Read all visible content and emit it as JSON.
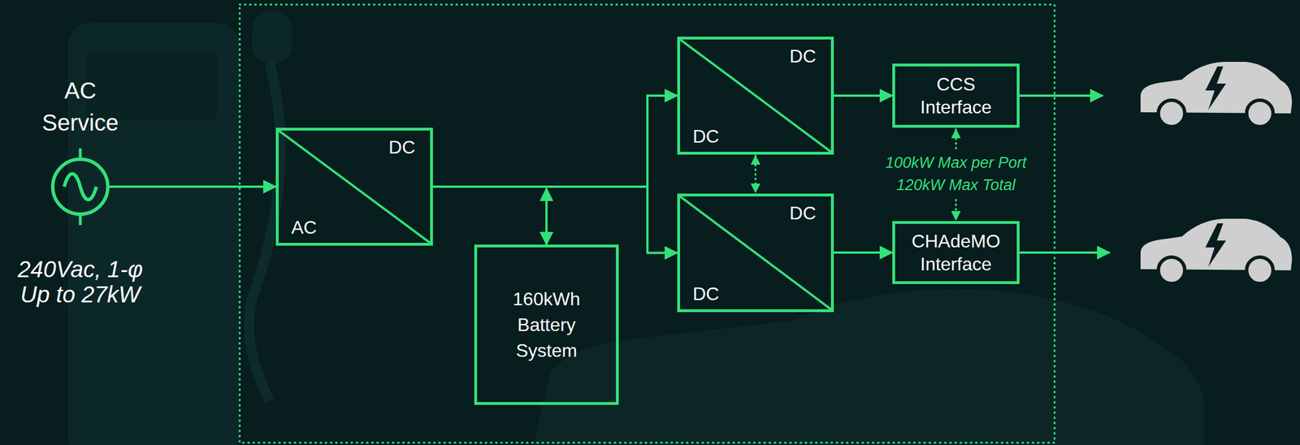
{
  "diagram": {
    "nodes": [
      {
        "text": [
          "AC Service"
        ]
      },
      {
        "text": [
          "DC",
          "AC"
        ]
      },
      {
        "text": [
          "160kWh Battery System"
        ]
      },
      {
        "text": [
          "DC",
          "DC"
        ]
      },
      {
        "text": [
          "DC",
          "DC"
        ]
      },
      {
        "text": [
          "CCS Interface"
        ]
      },
      {
        "text": [
          "CHAdeMO Interface"
        ]
      }
    ],
    "edges": [
      {
        "from": 0,
        "to": 1,
        "arrow": "to"
      },
      {
        "from": 1,
        "to": 2,
        "arrow": "both"
      },
      {
        "from": 1,
        "to": 3,
        "arrow": "to"
      },
      {
        "from": 1,
        "to": 4,
        "arrow": "to"
      },
      {
        "from": 3,
        "to": 4,
        "arrow": "both"
      },
      {
        "from": 3,
        "to": 5,
        "arrow": "to"
      },
      {
        "from": 4,
        "to": 6,
        "arrow": "to"
      }
    ],
    "labels": [
      "240Vac, 1-φ Up to 27kW",
      "100kW Max per Port 120kW Max Total"
    ]
  }
}
